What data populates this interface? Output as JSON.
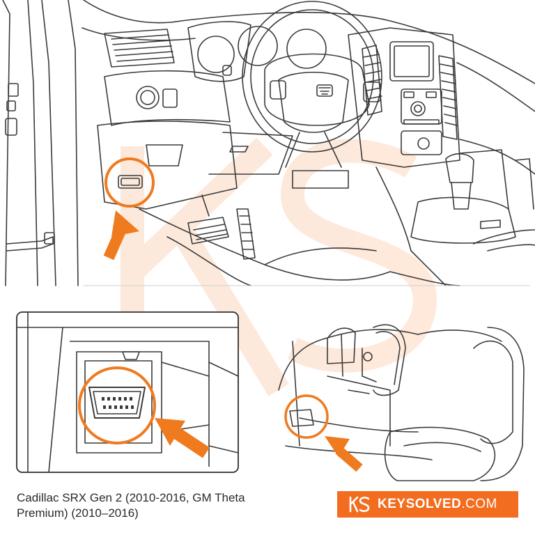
{
  "caption": {
    "line1": "Cadillac SRX Gen 2 (2010-2016, GM Theta",
    "line2": "Premium) (2010–2016)"
  },
  "brand": {
    "name": "KEYSOLVED",
    "tld": ".COM",
    "logo_letters": "KS"
  },
  "colors": {
    "accent": "#f07a1e",
    "badge_bg": "#f26d1f",
    "line": "#3a3a3a",
    "watermark": "#fde7d6"
  },
  "icons": {
    "callout_arrow": "arrow-up-right-icon",
    "highlight_ring": "circle-highlight-icon"
  }
}
